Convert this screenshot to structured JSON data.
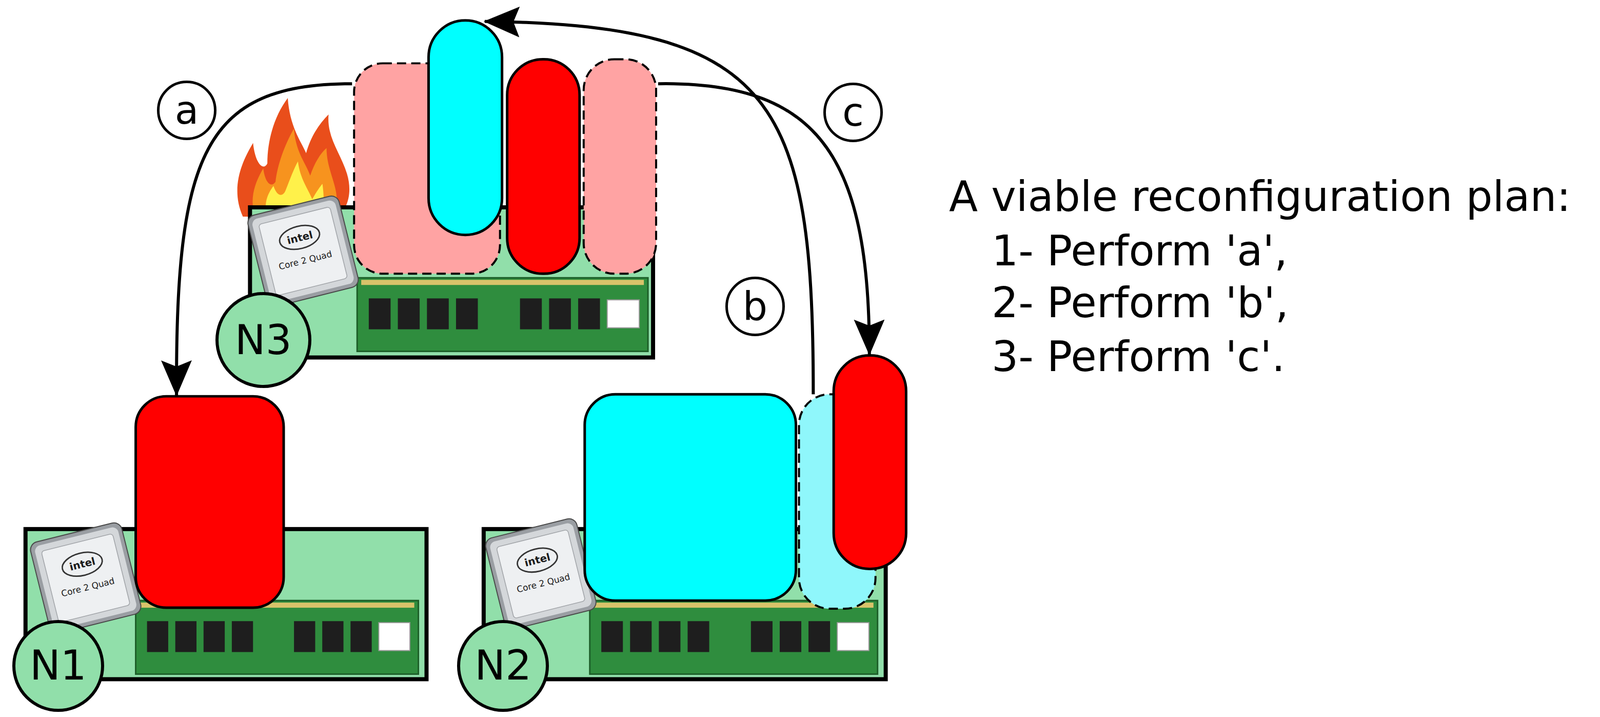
{
  "diagram": {
    "nodes": [
      {
        "text": [
          "N3"
        ]
      },
      {
        "text": [
          "N1"
        ]
      },
      {
        "text": [
          "N2"
        ]
      }
    ],
    "edges": [
      {
        "from": 0,
        "to": 1,
        "arrow": "to",
        "label": "a"
      },
      {
        "from": 2,
        "to": 0,
        "arrow": "to",
        "label": "b"
      },
      {
        "from": 0,
        "to": 2,
        "arrow": "to",
        "label": "c"
      }
    ],
    "labels": [
      "A viable reconfiguration plan:",
      "1- Perform 'a',",
      "2- Perform 'b',",
      "3- Perform 'c'.",
      "intel",
      "Core 2 Quad",
      "intel",
      "Core 2 Quad",
      "intel",
      "Core 2 Quad"
    ]
  }
}
